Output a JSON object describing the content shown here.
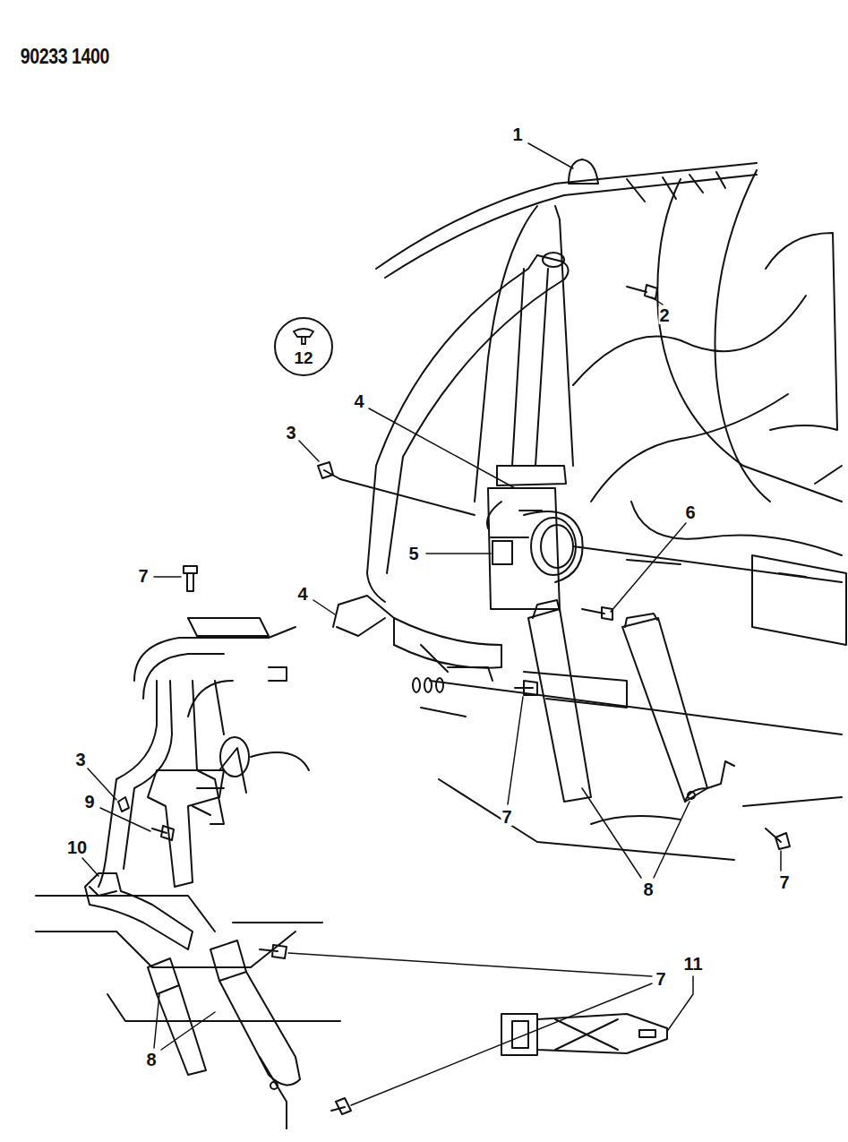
{
  "diagram": {
    "nodes": [
      {
        "text": [
          "12"
        ]
      }
    ],
    "edges": [],
    "labels": [
      "90233 1400",
      "1",
      "2",
      "4",
      "3",
      "5",
      "6",
      "4",
      "7",
      "7",
      "8",
      "7",
      "3",
      "9",
      "10",
      "7",
      "8",
      "11"
    ]
  }
}
